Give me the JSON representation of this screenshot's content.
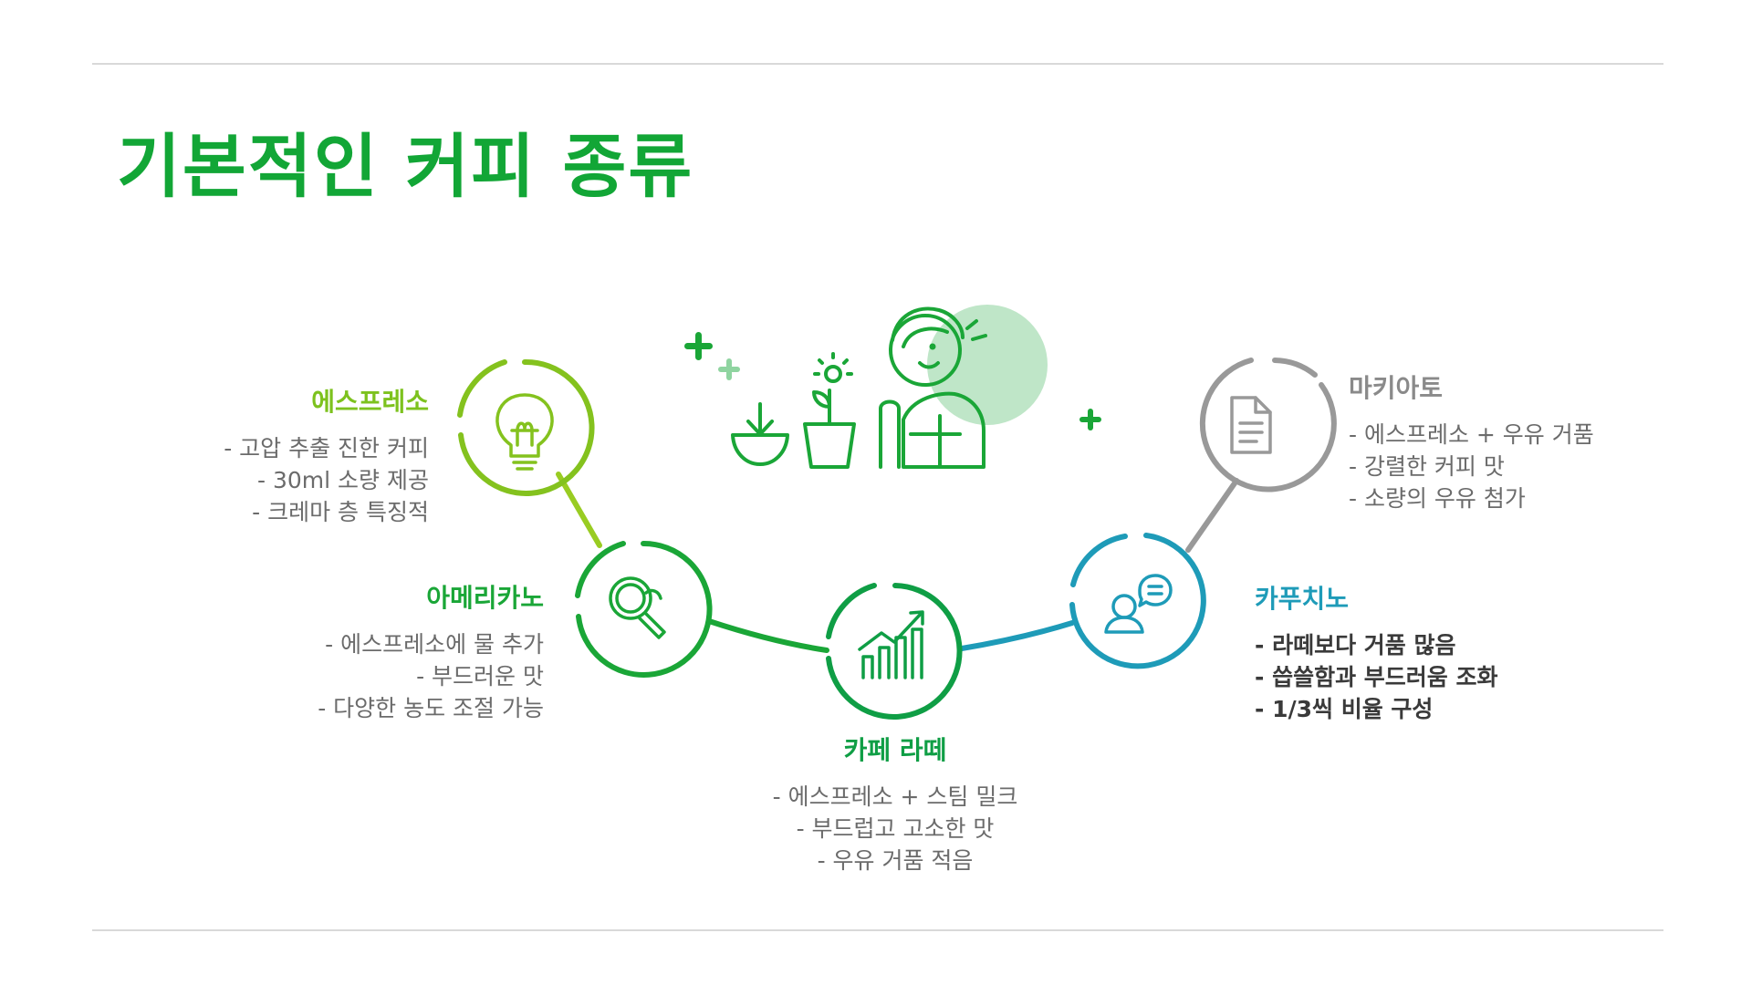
{
  "title": "기본적인 커피 종류",
  "colors": {
    "title": "#12a636",
    "espresso": "#7dc21e",
    "americano": "#1aa637",
    "latte": "#0f9e45",
    "cappuccino": "#1e9bb8",
    "macchiato": "#8a8a8a",
    "rule": "#d9d9d9"
  },
  "items": {
    "espresso": {
      "name": "에스프레소",
      "icon": "lightbulb-icon",
      "lines": [
        "- 고압 추출 진한 커피",
        "- 30ml 소량 제공",
        "- 크레마 층 특징적"
      ]
    },
    "americano": {
      "name": "아메리카노",
      "icon": "magnifier-icon",
      "lines": [
        "- 에스프레소에 물 추가",
        "- 부드러운 맛",
        "- 다양한 농도 조절 가능"
      ]
    },
    "latte": {
      "name": "카페 라떼",
      "icon": "growth-chart-icon",
      "lines": [
        "- 에스프레소 + 스팀 밀크",
        "- 부드럽고 고소한 맛",
        "- 우유 거품 적음"
      ]
    },
    "cappuccino": {
      "name": "카푸치노",
      "icon": "person-chat-icon",
      "lines": [
        "- 라떼보다 거품 많음",
        "- 씁쓸함과 부드러움 조화",
        "- 1/3씩 비율 구성"
      ]
    },
    "macchiato": {
      "name": "마키아토",
      "icon": "document-icon",
      "lines": [
        "- 에스프레소 + 우유 거품",
        "- 강렬한 커피 맛",
        "- 소량의 우유 첨가"
      ]
    }
  },
  "illustration": "person-thinking-with-plants-illustration"
}
